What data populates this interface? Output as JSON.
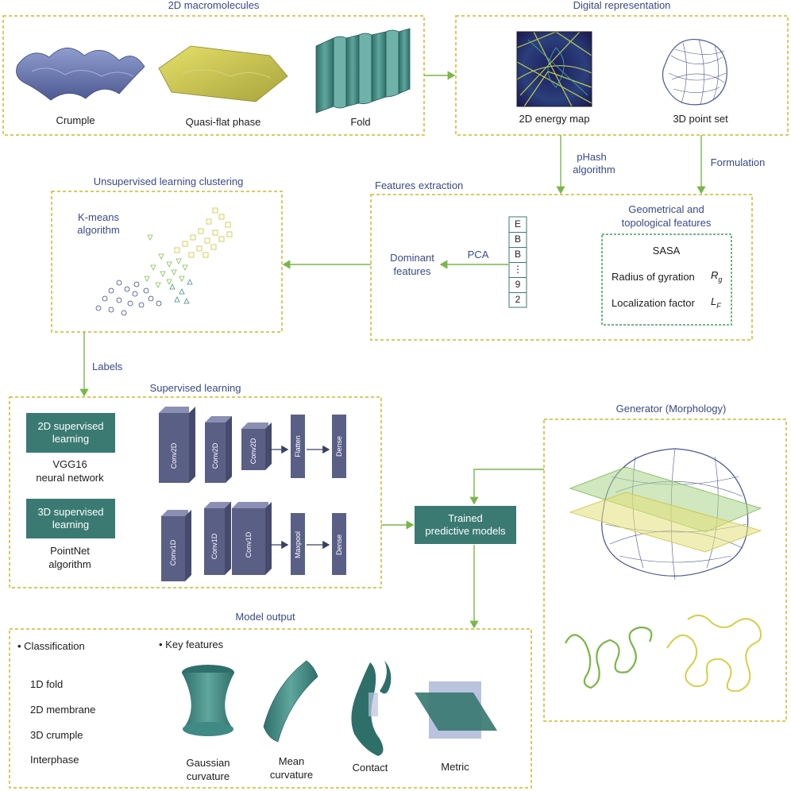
{
  "sections": {
    "macromolecules": "2D macromolecules",
    "digital": "Digital representation",
    "features": "Features extraction",
    "clustering": "Unsupervised learning clustering",
    "supervised": "Supervised learning",
    "generator": "Generator (Morphology)",
    "output": "Model output"
  },
  "macro_items": [
    "Crumple",
    "Quasi-flat phase",
    "Fold"
  ],
  "digital_items": [
    "2D energy map",
    "3D point set"
  ],
  "arrow_labels": {
    "phash_1": "pHash",
    "phash_2": "algorithm",
    "formulation": "Formulation",
    "pca": "PCA",
    "labels": "Labels"
  },
  "features": {
    "dominant_1": "Dominant",
    "dominant_2": "features",
    "vector": [
      "E",
      "B",
      "B",
      "⋮",
      "9",
      "2"
    ],
    "geo_title_1": "Geometrical and",
    "geo_title_2": "topological features",
    "sasa": "SASA",
    "rg_label": "Radius of gyration",
    "rg_symbol": "R",
    "rg_sub": "g",
    "lf_label": "Localization factor",
    "lf_symbol": "L",
    "lf_sub": "F"
  },
  "clustering": {
    "kmeans_1": "K-means",
    "kmeans_2": "algorithm"
  },
  "supervised": {
    "box2d_1": "2D supervised",
    "box2d_2": "learning",
    "net2d_1": "VGG16",
    "net2d_2": "neural network",
    "box3d_1": "3D supervised",
    "box3d_2": "learning",
    "net3d_1": "PointNet",
    "net3d_2": "algorithm",
    "layers2d": [
      "Conv2D",
      "Conv2D",
      "Conv2D",
      "Flatten",
      "Dense"
    ],
    "layers3d": [
      "Conv1D",
      "Conv1D",
      "Conv1D",
      "Maxpool",
      "Dense"
    ]
  },
  "trained_1": "Trained",
  "trained_2": "predictive models",
  "output": {
    "classification": "• Classification",
    "classes": [
      "1D fold",
      "2D membrane",
      "3D crumple",
      "Interphase"
    ],
    "key_features": "• Key features",
    "gaussian_1": "Gaussian",
    "gaussian_2": "curvature",
    "mean_1": "Mean",
    "mean_2": "curvature",
    "contact": "Contact",
    "metric": "Metric"
  },
  "colors": {
    "dashed_box": "#d4b52a",
    "arrow": "#7ab648",
    "teal_box": "#3a7a72",
    "layer_block": "#5a5f86",
    "heading": "#3a4a88"
  }
}
